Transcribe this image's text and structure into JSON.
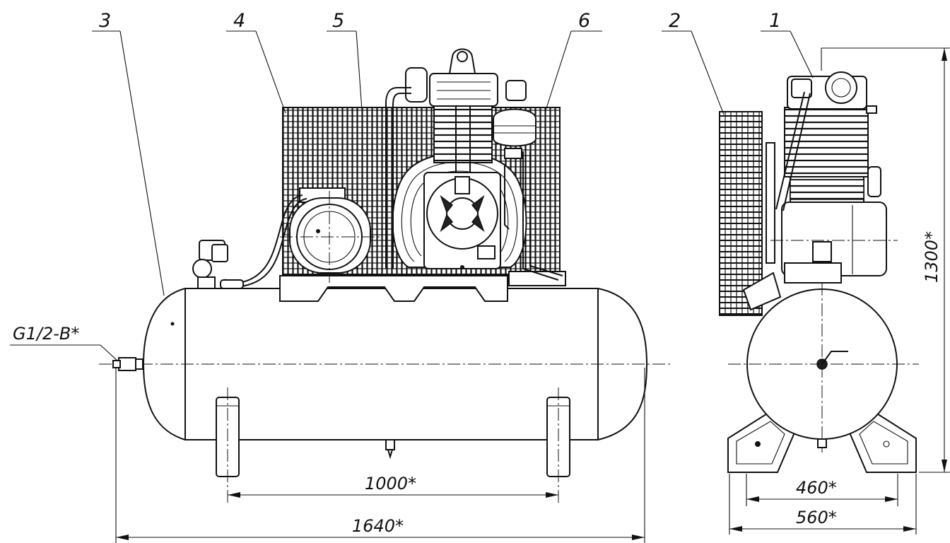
{
  "callouts": {
    "c1": "1",
    "c2": "2",
    "c3": "3",
    "c4": "4",
    "c5": "5",
    "c6": "6"
  },
  "port_label": "G1/2-B*",
  "dimensions": {
    "d1000": "1000*",
    "d1640": "1640*",
    "d460": "460*",
    "d560": "560*",
    "d1300": "1300*"
  }
}
